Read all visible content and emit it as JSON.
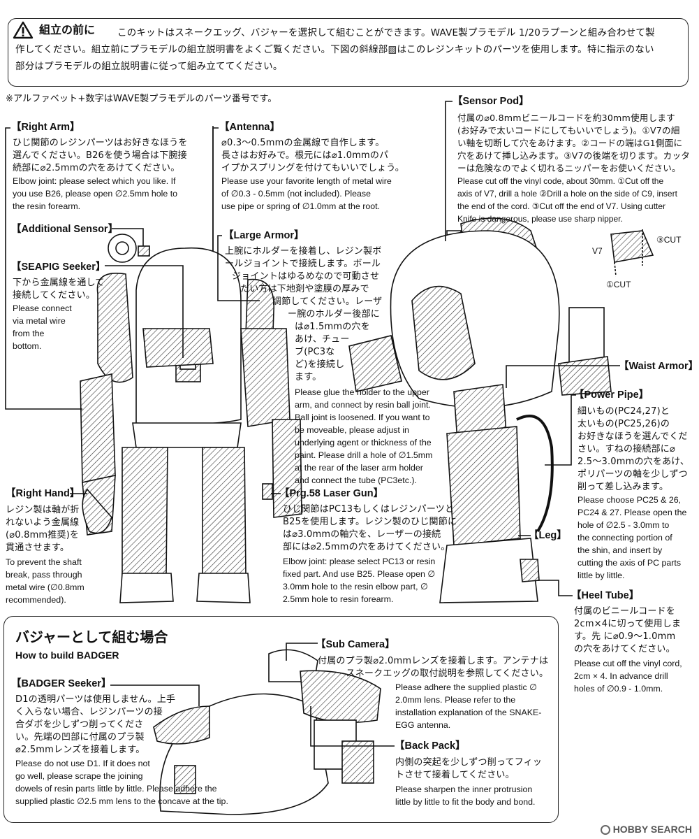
{
  "header": {
    "title": "組立の前に",
    "lines": [
      "このキットはスネークエッグ、バジャーを選択して組むことができます。WAVE製プラモデル 1/20ラプーンと組み合わせて製",
      "作してください。組立前にプラモデルの組立説明書をよくご覧ください。下図の斜線部▨はこのレジンキットのパーツを使用します。特に指示のない",
      "部分はプラモデルの組立説明書に従って組み立ててください。"
    ]
  },
  "note": "※アルファベット+数字はWAVE製プラモデルのパーツ番号です。",
  "sections": {
    "right_arm": {
      "label": "【Right Arm】",
      "jp": [
        "ひじ関節のレジンパーツはお好きなほうを",
        "選んでください。B26を使う場合は下腕接",
        "続部に⌀2.5mmの穴をあけてください。"
      ],
      "en": [
        "Elbow joint: please select which you like. If",
        "you use B26, please open ∅2.5mm hole to",
        "the resin forearm."
      ]
    },
    "antenna": {
      "label": "【Antenna】",
      "jp": [
        "⌀0.3～0.5mmの金属線で自作します。",
        "長さはお好みで。根元には⌀1.0mmのパ",
        "イプかスプリングを付けてもいいでしょう。"
      ],
      "en": [
        "Please use your favorite length of metal wire",
        "of ∅0.3 - 0.5mm (not included). Please",
        "use pipe or spring of ∅1.0mm at the root."
      ]
    },
    "sensor_pod": {
      "label": "【Sensor Pod】",
      "jp": [
        "付属の⌀0.8mmビニールコードを約30mm使用します",
        "(お好みで太いコードにしてもいいでしょう)。①V7の細",
        "い軸を切断して穴をあけます。②コードの端はG1側面に",
        "穴をあけて挿し込みます。③V7の後端を切ります。カッタ",
        "ーは危険なのでよく切れるニッパーをお使いください。"
      ],
      "en": [
        "Please cut off the vinyl code, about 30mm. ①Cut off the",
        "axis of V7, drill a hole ②Drill a hole on the side of C9, insert",
        "the end of the cord. ③Cut off the end of V7. Using cutter",
        "Knife is dangerous, please use sharp nipper."
      ]
    },
    "additional_sensor": {
      "label": "【Additional Sensor】"
    },
    "seapig_seeker": {
      "label": "【SEAPIG Seeker】",
      "jp": [
        "下から金属線を通して",
        "接続してください。"
      ],
      "en": [
        "Please connect",
        "via metal wire",
        "from the",
        "bottom."
      ]
    },
    "large_armor": {
      "label": "【Large Armor】",
      "jp": [
        "上腕にホルダーを接着し、レジン製ボ",
        "ールジョイントで接続します。ボール",
        "ジョイントはゆるめなので可動させ",
        "たい方は下地剤や塗膜の厚みで",
        "調節してください。レーザ",
        "ー腕のホルダー後部に",
        "は⌀1.5mmの穴を",
        "あけ、チュー",
        "ブ(PC3な",
        "ど)を接続し",
        "ます。"
      ],
      "en": [
        "Please glue the holder to the upper",
        "arm, and connect by resin ball joint.",
        "Ball joint is loosened. If you want to",
        "be moveable, please adjust in",
        "underlying agent or thickness of the",
        "paint. Please drill a hole of ∅1.5mm",
        "at the rear of the laser arm holder",
        "and connect the tube (PC3etc.)."
      ]
    },
    "waist_armor": {
      "label": "【Waist Armor】"
    },
    "power_pipe": {
      "label": "【Power Pipe】",
      "jp": [
        "細いもの(PC24,27)と",
        "太いもの(PC25,26)の",
        "お好きなほうを選んでくだ",
        "さい。すねの接続部に⌀",
        "2.5～3.0mmの穴をあけ、",
        "ポリパーツの軸を少しずつ",
        "削って差し込みます。"
      ],
      "en": [
        "Please choose PC25 & 26,",
        "PC24 & 27. Please open the",
        "hole of ∅2.5 - 3.0mm to",
        "the connecting portion of",
        "the shin, and insert by",
        "cutting the axis of PC parts",
        "little by little."
      ]
    },
    "right_hand": {
      "label": "【Right Hand】",
      "jp": [
        "レジン製は軸が折",
        "れないよう金属線",
        "(⌀0.8mm推奨)を",
        "貫通させます。"
      ],
      "en": [
        "To prevent the shaft",
        "break, pass through",
        "metal wire (∅0.8mm",
        "recommended)."
      ]
    },
    "laser_gun": {
      "label": "【Prg.58 Laser Gun】",
      "jp": [
        "ひじ関節はPC13もしくはレジンパーツと",
        "B25を使用します。レジン製のひじ関節に",
        "は⌀3.0mmの軸穴を、レーザーの接続",
        "部には⌀2.5mmの穴をあけてください。"
      ],
      "en": [
        "Elbow joint: please select PC13 or resin",
        "fixed part. And use B25. Please open ∅",
        "3.0mm hole to the resin elbow part, ∅",
        "2.5mm hole to resin forearm."
      ]
    },
    "leg": {
      "label": "【Leg】"
    },
    "heel_tube": {
      "label": "【Heel Tube】",
      "jp": [
        "付属のビニールコードを",
        "2cm×4に切って使用しま",
        "す。先 に⌀0.9～1.0mm",
        "の穴をあけてください。"
      ],
      "en": [
        "Please cut off the vinyl cord,",
        "2cm × 4. In advance drill",
        "holes of ∅0.9 - 1.0mm."
      ]
    },
    "v7_callouts": {
      "v7": "V7",
      "cut3": "③CUT",
      "cut1": "①CUT"
    }
  },
  "badger": {
    "title_jp": "バジャーとして組む場合",
    "title_en": "How to build BADGER",
    "seeker": {
      "label": "【BADGER Seeker】",
      "jp": [
        "D1の透明パーツは使用しません。上手",
        "く入らない場合、レジンパーツの接",
        "合ダボを少しずつ削ってくださ",
        "い。先端の凹部に付属のプラ製",
        "⌀2.5mmレンズを接着します。"
      ],
      "en": [
        "Please do not use D1. If it does not",
        "go well, please scrape the joining",
        "dowels of resin parts little by little. Please adhere the",
        "supplied plastic ∅2.5 mm lens to the concave at the tip."
      ]
    },
    "sub_camera": {
      "label": "【Sub Camera】",
      "jp": [
        "付属のプラ製⌀2.0mmレンズを接着します。アンテナは",
        "スネークエッグの取付説明を参照してください。"
      ],
      "en": [
        "Please adhere the supplied plastic ∅",
        "2.0mm lens. Please refer to the",
        "installation explanation of the SNAKE-",
        "EGG antenna."
      ]
    },
    "back_pack": {
      "label": "【Back Pack】",
      "jp": [
        "内側の突起を少しずつ削ってフィッ",
        "トさせて接着してください。"
      ],
      "en": [
        "Please sharpen the inner protrusion",
        "little by little to fit the body and bond."
      ]
    }
  },
  "watermark": "HOBBY SEARCH"
}
